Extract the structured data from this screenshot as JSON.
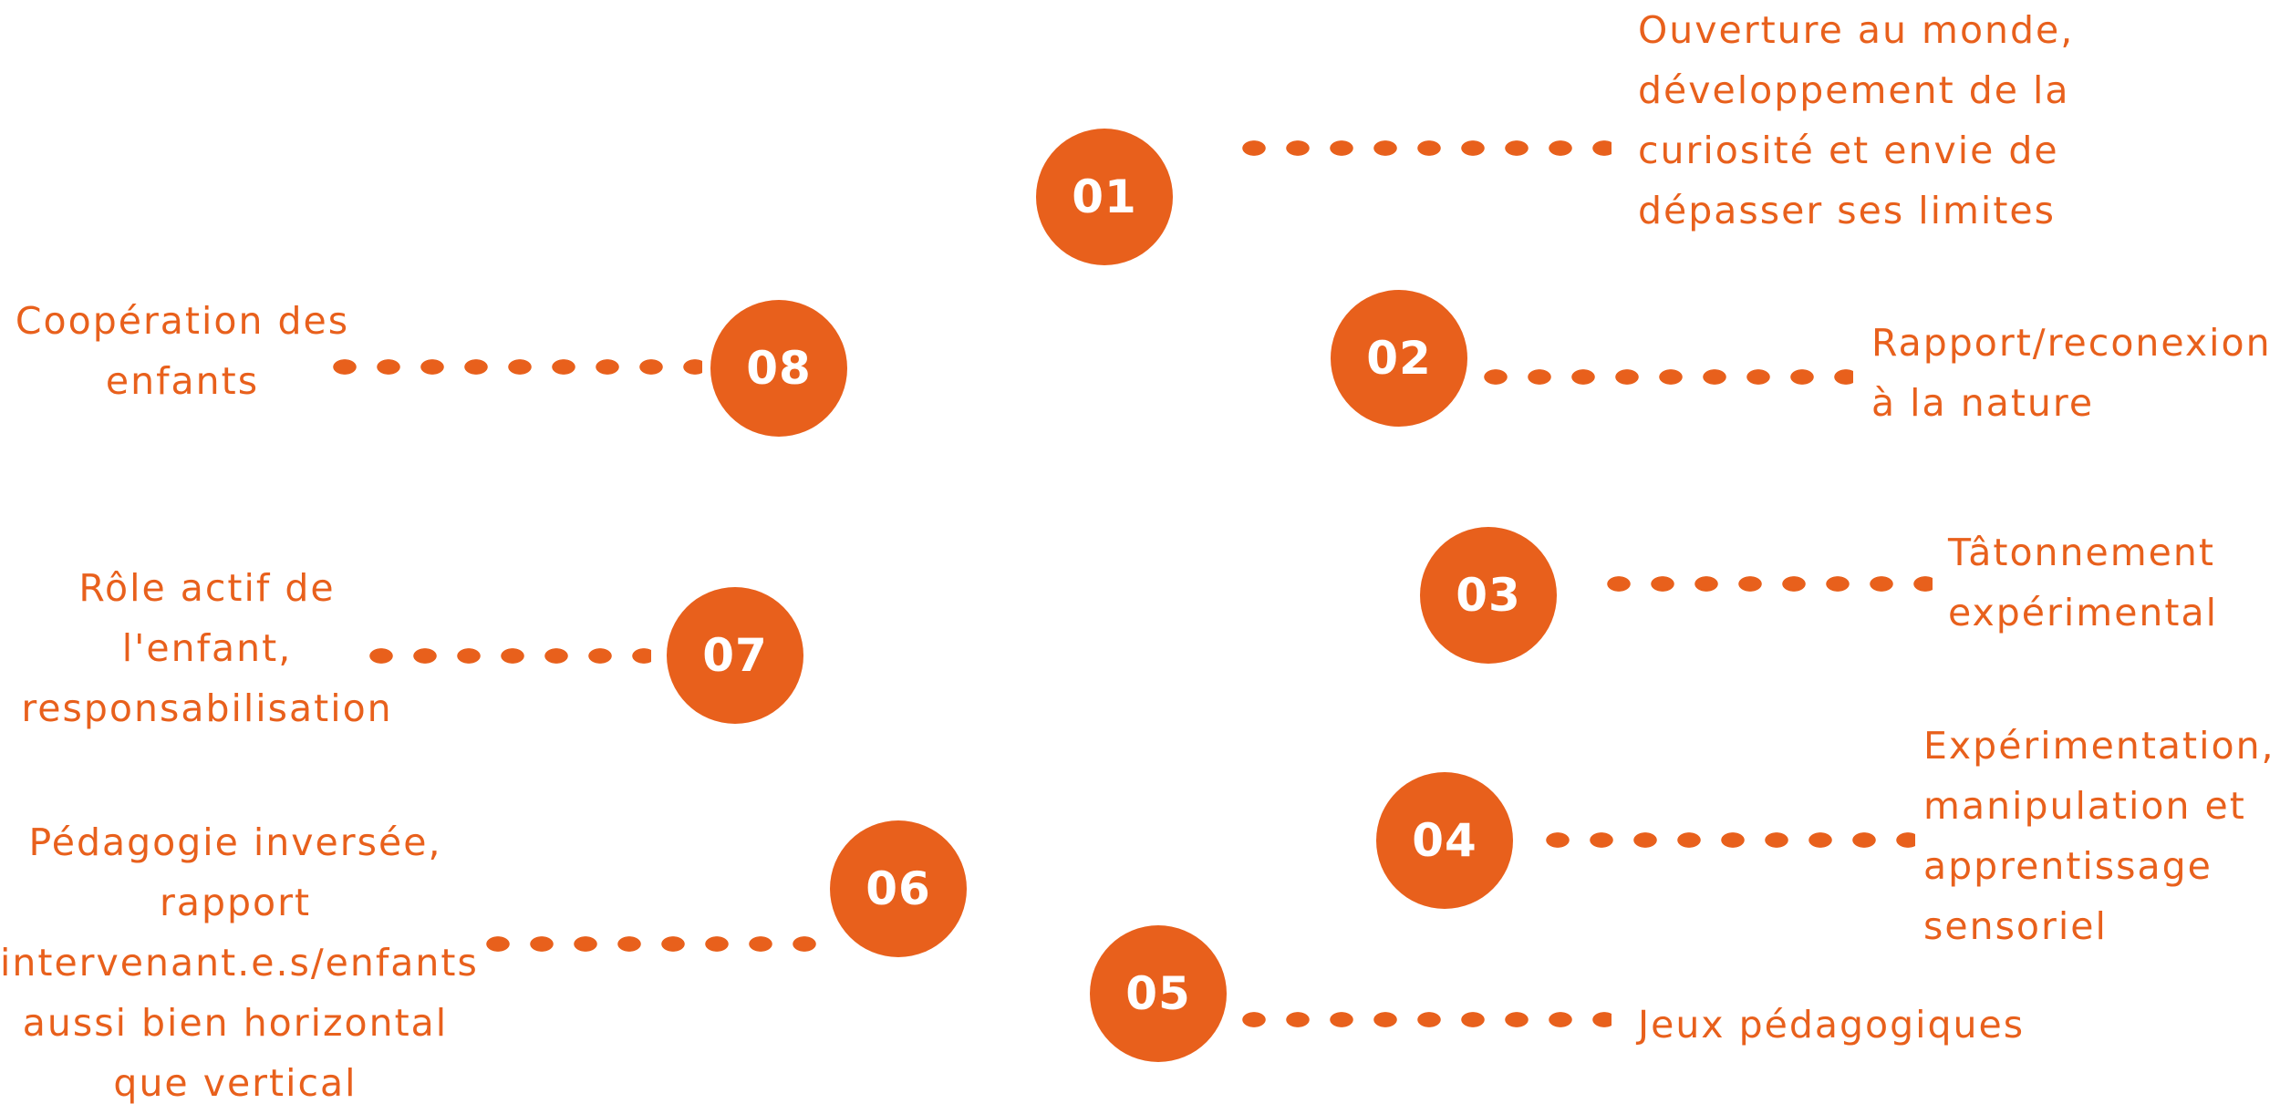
{
  "accent_color": "#E8601C",
  "items": [
    {
      "number": "01",
      "text": "Ouverture au monde,\ndéveloppement de la\ncuriosité et envie de\ndépasser ses limites"
    },
    {
      "number": "02",
      "text": "Rapport/reconexion\nà la nature"
    },
    {
      "number": "03",
      "text": "Tâtonnement\nexpérimental"
    },
    {
      "number": "04",
      "text": "Expérimentation,\nmanipulation et\napprentissage\nsensoriel"
    },
    {
      "number": "05",
      "text": "Jeux pédagogiques"
    },
    {
      "number": "06",
      "text": "Pédagogie inversée,\nrapport\nintervenant.e.s/enfants\naussi bien horizontal\nque vertical"
    },
    {
      "number": "07",
      "text": "Rôle actif de\nl'enfant,\nresponsabilisation"
    },
    {
      "number": "08",
      "text": "Coopération des\nenfants"
    }
  ]
}
